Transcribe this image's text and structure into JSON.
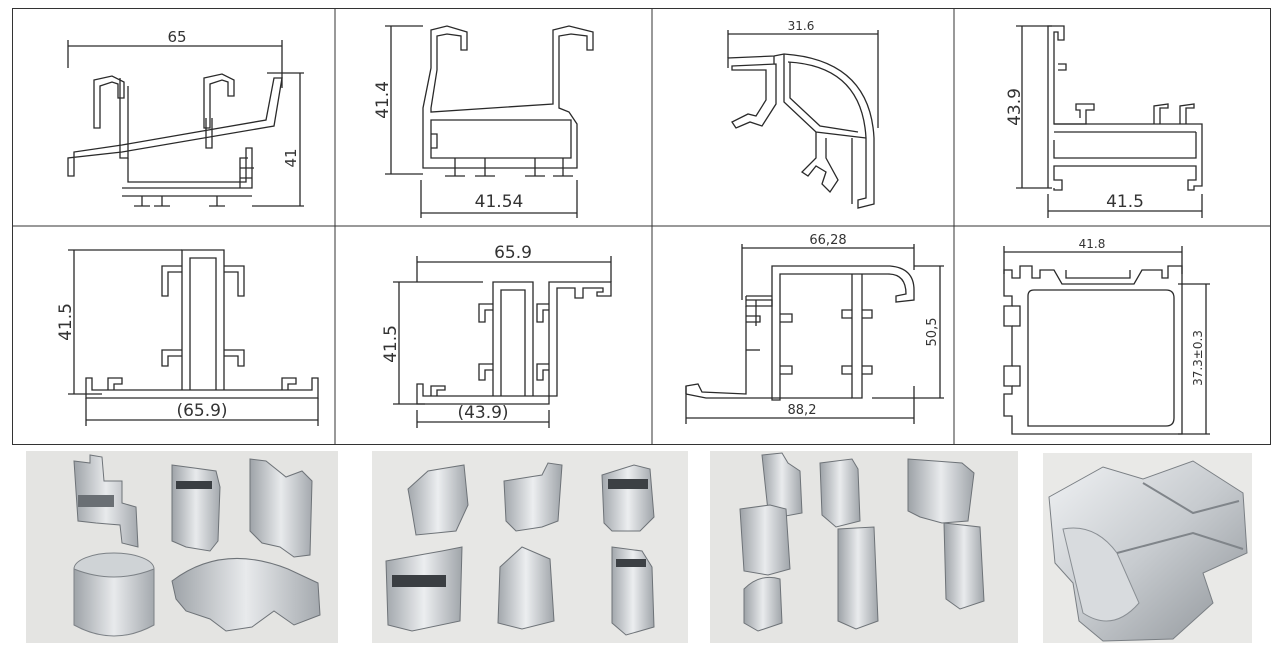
{
  "drawings": [
    {
      "id": "profile-1",
      "dims": [
        "65",
        "41"
      ]
    },
    {
      "id": "profile-2",
      "dims": [
        "41.4",
        "41.54"
      ]
    },
    {
      "id": "profile-3",
      "dims": [
        "31.6"
      ]
    },
    {
      "id": "profile-4",
      "dims": [
        "43.9",
        "41.5"
      ]
    },
    {
      "id": "profile-5",
      "dims": [
        "41.5",
        "(65.9)"
      ]
    },
    {
      "id": "profile-6",
      "dims": [
        "65.9",
        "41.5",
        "(43.9)"
      ]
    },
    {
      "id": "profile-7",
      "dims": [
        "66,28",
        "50,5",
        "88,2"
      ]
    },
    {
      "id": "profile-8",
      "dims": [
        "41.8",
        "37.3±0.3"
      ]
    }
  ],
  "colors": {
    "line": "#2a2a2a",
    "grid": "#333333",
    "photo_bg": "#e6e6e4",
    "metal": "#c9cdd1",
    "metal_dark": "#8d9297",
    "metal_light": "#eef0f2"
  }
}
